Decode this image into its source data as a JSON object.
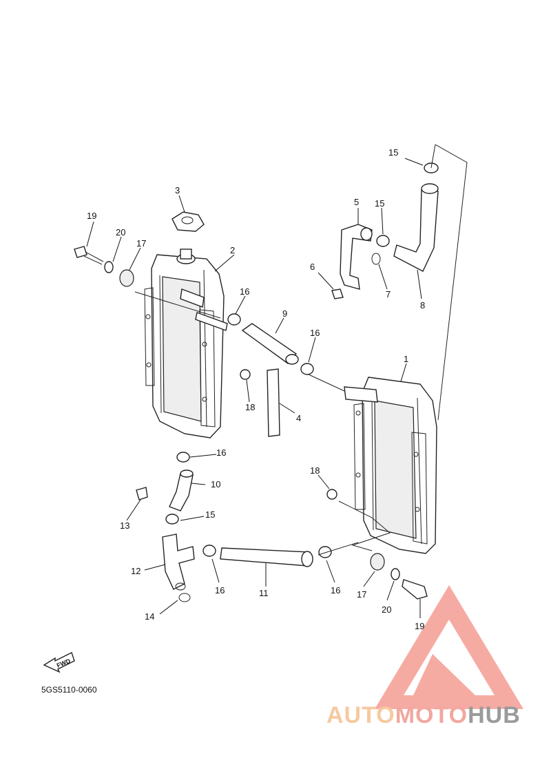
{
  "diagram_code": "5GS5110-0060",
  "fwd_label": "FWD",
  "watermark": {
    "part1": "AUTO",
    "part2": "MOTO",
    "part3": "HUB"
  },
  "callouts": {
    "c1": "1",
    "c2": "2",
    "c3": "3",
    "c4": "4",
    "c5": "5",
    "c6": "6",
    "c7": "7",
    "c8": "8",
    "c9": "9",
    "c10": "10",
    "c11": "11",
    "c12": "12",
    "c13": "13",
    "c14": "14",
    "c15a": "15",
    "c15b": "15",
    "c15c": "15",
    "c16a": "16",
    "c16b": "16",
    "c16c": "16",
    "c16d": "16",
    "c16e": "16",
    "c17a": "17",
    "c17b": "17",
    "c18a": "18",
    "c18b": "18",
    "c19a": "19",
    "c19b": "19",
    "c20a": "20",
    "c20b": "20"
  }
}
